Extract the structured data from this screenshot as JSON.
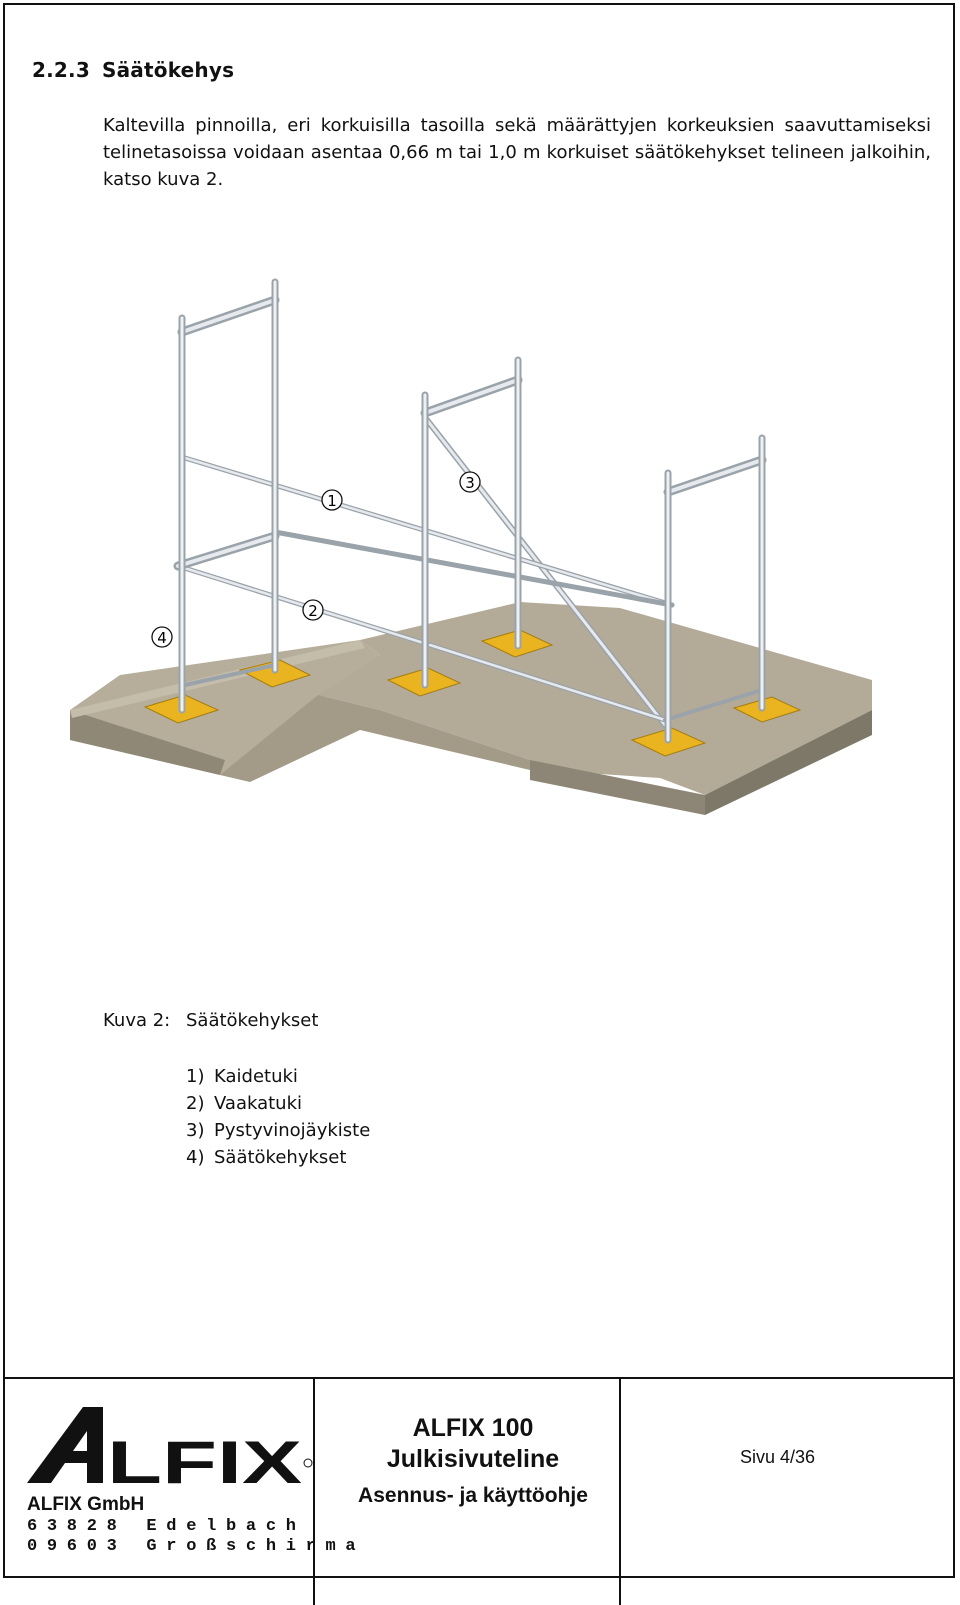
{
  "section": {
    "number": "2.2.3",
    "title": "Säätökehys"
  },
  "intro_text": "Kaltevilla pinnoilla, eri korkuisilla tasoilla sekä määrättyjen korkeuksien saavuttamiseksi telinetasoissa voidaan asentaa 0,66 m tai 1,0 m korkuiset säätökehykset telineen jalkoihin, katso kuva 2.",
  "figure": {
    "callouts": [
      "1",
      "2",
      "3",
      "4"
    ],
    "caption_label": "Kuva 2:",
    "caption_title": "Säätökehykset",
    "legend": [
      {
        "num": "1)",
        "text": "Kaidetuki"
      },
      {
        "num": "2)",
        "text": "Vaakatuki"
      },
      {
        "num": "3)",
        "text": "Pystyvinojäykiste"
      },
      {
        "num": "4)",
        "text": "Säätökehykset"
      }
    ]
  },
  "footer": {
    "logo_text": "ALFIX",
    "company": "ALFIX GmbH",
    "address_line1": "63828 Edelbach",
    "address_line2": "09603 Großschirma",
    "product_name": "ALFIX 100",
    "product_type": "Julkisivuteline",
    "manual_title": "Asennus- ja käyttöohje",
    "page": "Sivu 4/36"
  },
  "colors": {
    "ground_top": "#b3ab98",
    "ground_side": "#8d8676",
    "wood_pad": "#e9b420",
    "steel": "#d7dde2",
    "steel_edge": "#8c959c"
  }
}
